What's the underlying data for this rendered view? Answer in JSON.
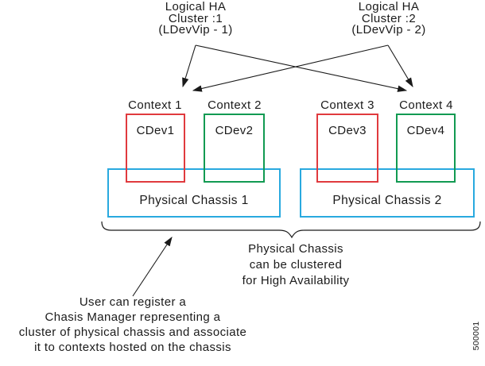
{
  "figure": {
    "id_label": "500001"
  },
  "colors": {
    "red": "#e03a3e",
    "green": "#119a52",
    "blue": "#29a9df",
    "line": "#1a1a1a"
  },
  "ha_clusters": [
    {
      "line1": "Logical HA",
      "line2": "Cluster :1",
      "line3": "(LDevVip - 1)"
    },
    {
      "line1": "Logical HA",
      "line2": "Cluster :2",
      "line3": "(LDevVip - 2)"
    }
  ],
  "contexts": [
    {
      "label": "Context 1",
      "device": "CDev1"
    },
    {
      "label": "Context 2",
      "device": "CDev2"
    },
    {
      "label": "Context 3",
      "device": "CDev3"
    },
    {
      "label": "Context 4",
      "device": "CDev4"
    }
  ],
  "chassis": [
    {
      "label": "Physical Chassis 1"
    },
    {
      "label": "Physical Chassis 2"
    }
  ],
  "cluster_note": {
    "line1": "Physical Chassis",
    "line2": "can be clustered",
    "line3": "for High Availability"
  },
  "register_note": {
    "line1": "User can register a",
    "line2": "Chasis Manager representing a",
    "line3": "cluster of physical chassis and associate",
    "line4": "it to contexts hosted on the chassis"
  }
}
